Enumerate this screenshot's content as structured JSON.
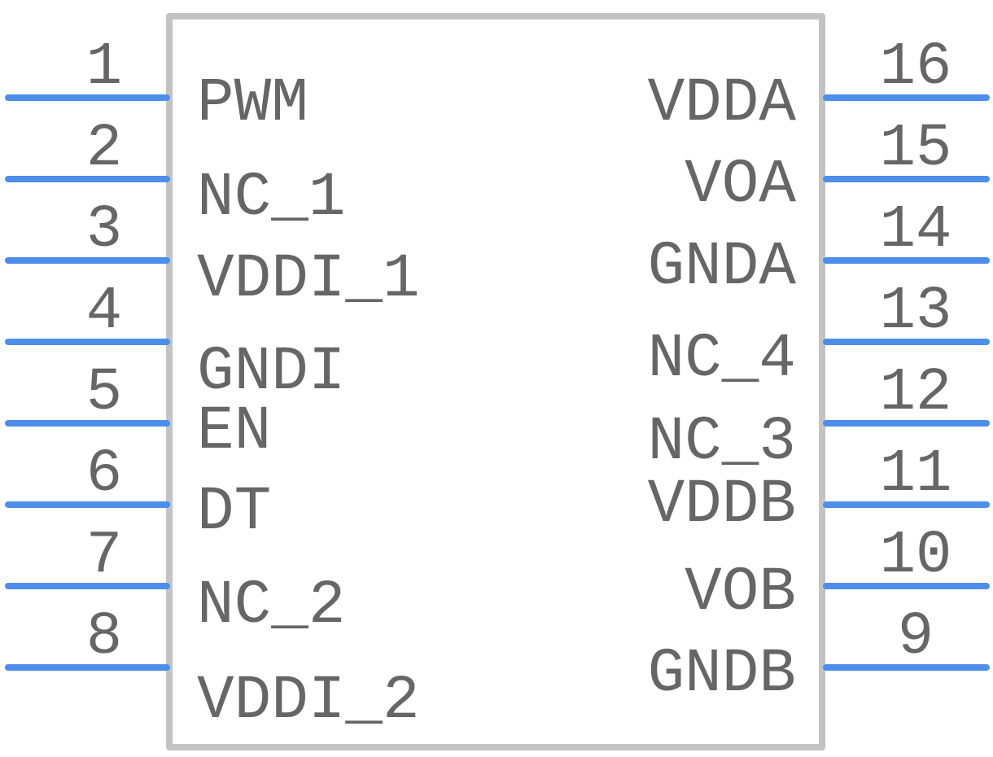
{
  "symbol": {
    "body_color": "#c3c3c3",
    "pin_color": "#4d8eeb",
    "text_color": "#666666"
  },
  "left_pins": [
    {
      "number": "1",
      "label": "PWM"
    },
    {
      "number": "2",
      "label": "NC_1"
    },
    {
      "number": "3",
      "label": "VDDI_1"
    },
    {
      "number": "4",
      "label": "GNDI"
    },
    {
      "number": "5",
      "label": "EN"
    },
    {
      "number": "6",
      "label": "DT"
    },
    {
      "number": "7",
      "label": "NC_2"
    },
    {
      "number": "8",
      "label": "VDDI_2"
    }
  ],
  "right_pins": [
    {
      "number": "16",
      "label": "VDDA"
    },
    {
      "number": "15",
      "label": "VOA"
    },
    {
      "number": "14",
      "label": "GNDA"
    },
    {
      "number": "13",
      "label": "NC_4"
    },
    {
      "number": "12",
      "label": "NC_3"
    },
    {
      "number": "11",
      "label": "VDDB"
    },
    {
      "number": "10",
      "label": "VOB"
    },
    {
      "number": "9",
      "label": "GNDB"
    }
  ]
}
